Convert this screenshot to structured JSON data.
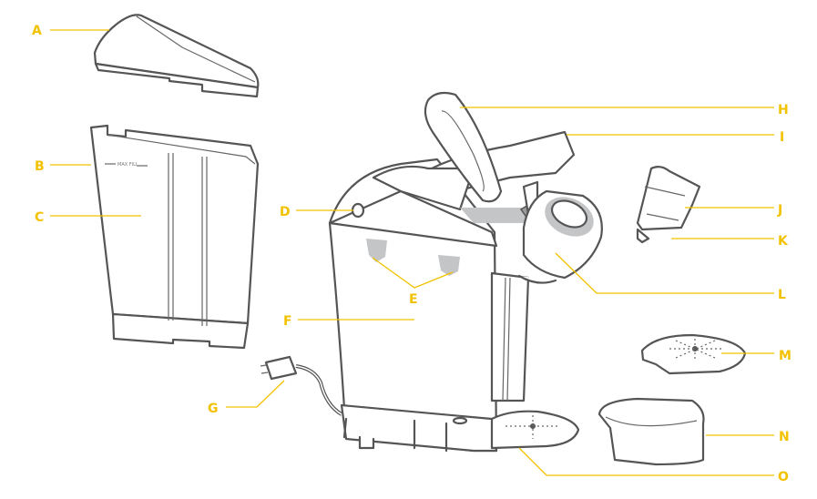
{
  "diagram": {
    "reservoir_marking": "MAX FILL",
    "accent_color": "#f2c200",
    "labels": [
      "A",
      "B",
      "C",
      "D",
      "E",
      "F",
      "G",
      "H",
      "I",
      "J",
      "K",
      "L",
      "M",
      "N",
      "O"
    ]
  }
}
